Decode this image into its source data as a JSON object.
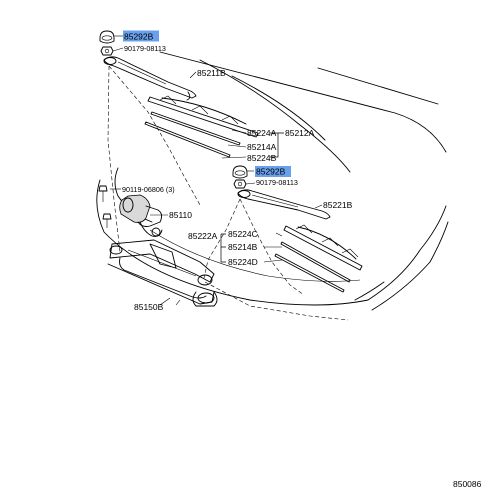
{
  "diagram": {
    "figure_code": "850086",
    "highlight_color": "#4f8fe8",
    "labels": {
      "cap_top": "85292B",
      "nut_top": "90179-08113",
      "arm_left": "85211B",
      "blade_assy_left": "85212A",
      "blade_left_a": "85224A",
      "rubber_left": "85214A",
      "blade_left_b": "85224B",
      "cap_mid": "85292B",
      "nut_mid": "90179-08113",
      "bolt": "90119-06806 (3)",
      "motor": "85110",
      "arm_right": "85221B",
      "blade_assy_right": "85222A",
      "blade_right_c": "85224C",
      "rubber_right": "85214B",
      "blade_right_d": "85224D",
      "link": "85150B"
    }
  }
}
